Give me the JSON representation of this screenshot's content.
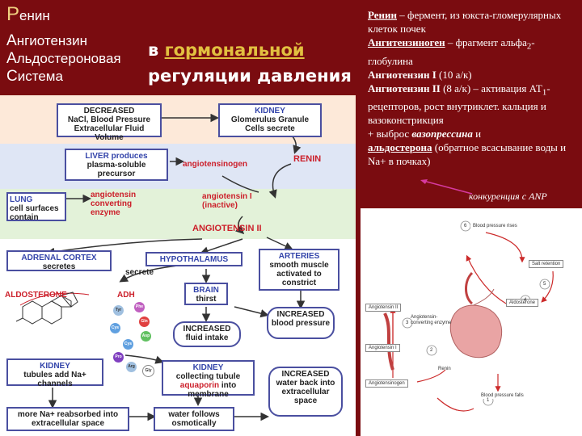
{
  "title": {
    "lines": [
      {
        "cap": "Р",
        "rest": "енин"
      },
      {
        "cap": "А",
        "rest": "нгиотензин"
      },
      {
        "cap": "А",
        "rest": "льдостероновая"
      },
      {
        "cap": "С",
        "rest": "истема"
      }
    ],
    "subtitle_prefix": "в ",
    "subtitle_hl": "гормональной",
    "subtitle_line2": "регуляции давления"
  },
  "right_text": {
    "renin_term": "Ренин",
    "renin_def": " – фермент, из юкста-гломерулярных клеток почек",
    "agt_term": "Ангитензиноген",
    "agt_def": " – фрагмент альфа",
    "agt_sub": "2",
    "agt_def2": "-глобулина",
    "a1_term": "Ангиотензин I",
    "a1_def": " (10 а/к)",
    "a2_term": "Ангиотензин II",
    "a2_def": " (8 а/к) – активация АТ",
    "a2_sub": "1",
    "a2_def2": "-рецепторов, рост внутриклет. кальция и вазоконстрикция",
    "vaso_pre": "+ выброс ",
    "vaso_term": "вазопрессина",
    "vaso_and": " и",
    "ald_term": "альдостерона",
    "ald_def": " (обратное всасывание воды и Na+ в почках)",
    "anp": "конкуренция с ANP"
  },
  "left_diagram": {
    "decreased": {
      "title": "DECREASED",
      "body": "NaCl, Blood Pressure Extracellular Fluid Volume"
    },
    "kidney1": {
      "title": "KIDNEY",
      "body": "Glomerulus Granule Cells secrete"
    },
    "liver": {
      "title": "LIVER produces",
      "body": "plasma-soluble precursor"
    },
    "angiotensinogen": "angiotensinogen",
    "renin": "RENIN",
    "lung": {
      "title": "LUNG",
      "body": "cell surfaces contain"
    },
    "ace": "angiotensin converting enzyme",
    "ang1": "angiotensin I (inactive)",
    "ang2": "ANGIOTENSIN II",
    "adrenal": {
      "title": "ADRENAL CORTEX",
      "body": "secretes"
    },
    "hypothalamus": {
      "title": "HYPOTHALAMUS"
    },
    "secrete": "secrete",
    "arteries": {
      "title": "ARTERIES",
      "body": "smooth muscle activated to constrict"
    },
    "aldosterone": "ALDOSTERONE",
    "adh": "ADH",
    "brain": {
      "title": "BRAIN",
      "body": "thirst"
    },
    "inc_fluid": "INCREASED fluid intake",
    "inc_bp": "INCREASED blood pressure",
    "kidney2": {
      "title": "KIDNEY",
      "body": "tubules add Na+ channels"
    },
    "kidney3": {
      "title": "KIDNEY",
      "body": "collecting tubule",
      "aquaporin": "aquaporin",
      "body2": " into membrane"
    },
    "inc_water": "INCREASED water back into extracellular space",
    "more_na": "more Na+ reabsorbed into extracellular space",
    "water_follows": "water follows osmotically",
    "amino_acids": [
      "Tyr",
      "Phe",
      "Gln",
      "Cys",
      "Asp",
      "Cys",
      "Pro",
      "Arg",
      "Gly"
    ]
  },
  "right_diagram": {
    "bp_rises": "Blood pressure rises",
    "salt_retention": "Salt retention",
    "aldosterone": "Aldosterone",
    "angiotensin_ii": "Angiotensin II",
    "ace": "Angiotensin-converting enzyme",
    "angiotensin_i": "Angiotensin I",
    "renin": "Renin",
    "angiotensinogen": "Angiotensinogen",
    "bp_falls": "Blood pressure falls",
    "steps": [
      "1",
      "2",
      "3",
      "4",
      "5",
      "6"
    ]
  },
  "colors": {
    "background": "#7a0c10",
    "accent": "#e2c040",
    "box_border": "#4a4fa0",
    "red_text": "#cc1f2a",
    "blue_text": "#3344aa"
  }
}
